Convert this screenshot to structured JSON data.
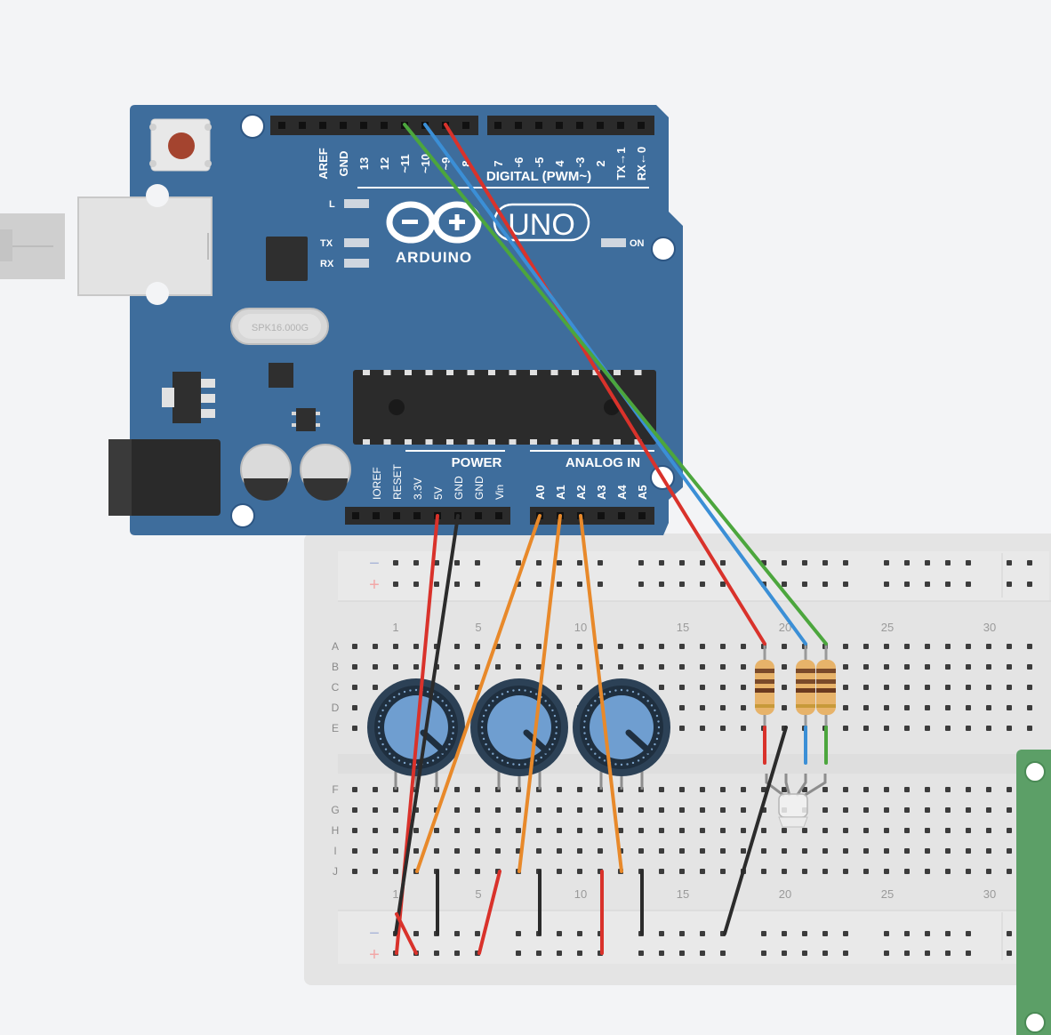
{
  "arduino": {
    "brand": "ARDUINO",
    "model": "UNO",
    "crystal_label": "SPK16.000G",
    "led_labels": {
      "l": "L",
      "tx": "TX",
      "rx": "RX",
      "on": "ON"
    },
    "digital_header_title": "DIGITAL (PWM~)",
    "digital_pins": [
      "AREF",
      "GND",
      "13",
      "12",
      "~11",
      "~10",
      "~9",
      "8",
      "7",
      "~6",
      "~5",
      "4",
      "~3",
      "2",
      "TX→1",
      "RX←0"
    ],
    "power_header_title": "POWER",
    "power_pins": [
      "IOREF",
      "RESET",
      "3.3V",
      "5V",
      "GND",
      "GND",
      "Vin"
    ],
    "analog_header_title": "ANALOG IN",
    "analog_pins": [
      "A0",
      "A1",
      "A2",
      "A3",
      "A4",
      "A5"
    ]
  },
  "breadboard": {
    "rail_minus": "−",
    "rail_plus": "+",
    "row_labels_top": [
      "A",
      "B",
      "C",
      "D",
      "E"
    ],
    "row_labels_bottom": [
      "F",
      "G",
      "H",
      "I",
      "J"
    ],
    "column_numbers": [
      "1",
      "5",
      "10",
      "15",
      "20",
      "25",
      "30"
    ]
  },
  "components": {
    "potentiometers": 3,
    "resistors": 3,
    "rgb_led": 1
  },
  "colors": {
    "board_blue": "#3e6d9c",
    "wire_red": "#d9322b",
    "wire_black": "#2b2b2b",
    "wire_orange": "#e8892a",
    "wire_green": "#4ca63d",
    "wire_blue": "#3b8fd6",
    "breadboard": "#e4e4e4",
    "module_green": "#5c9f67"
  }
}
